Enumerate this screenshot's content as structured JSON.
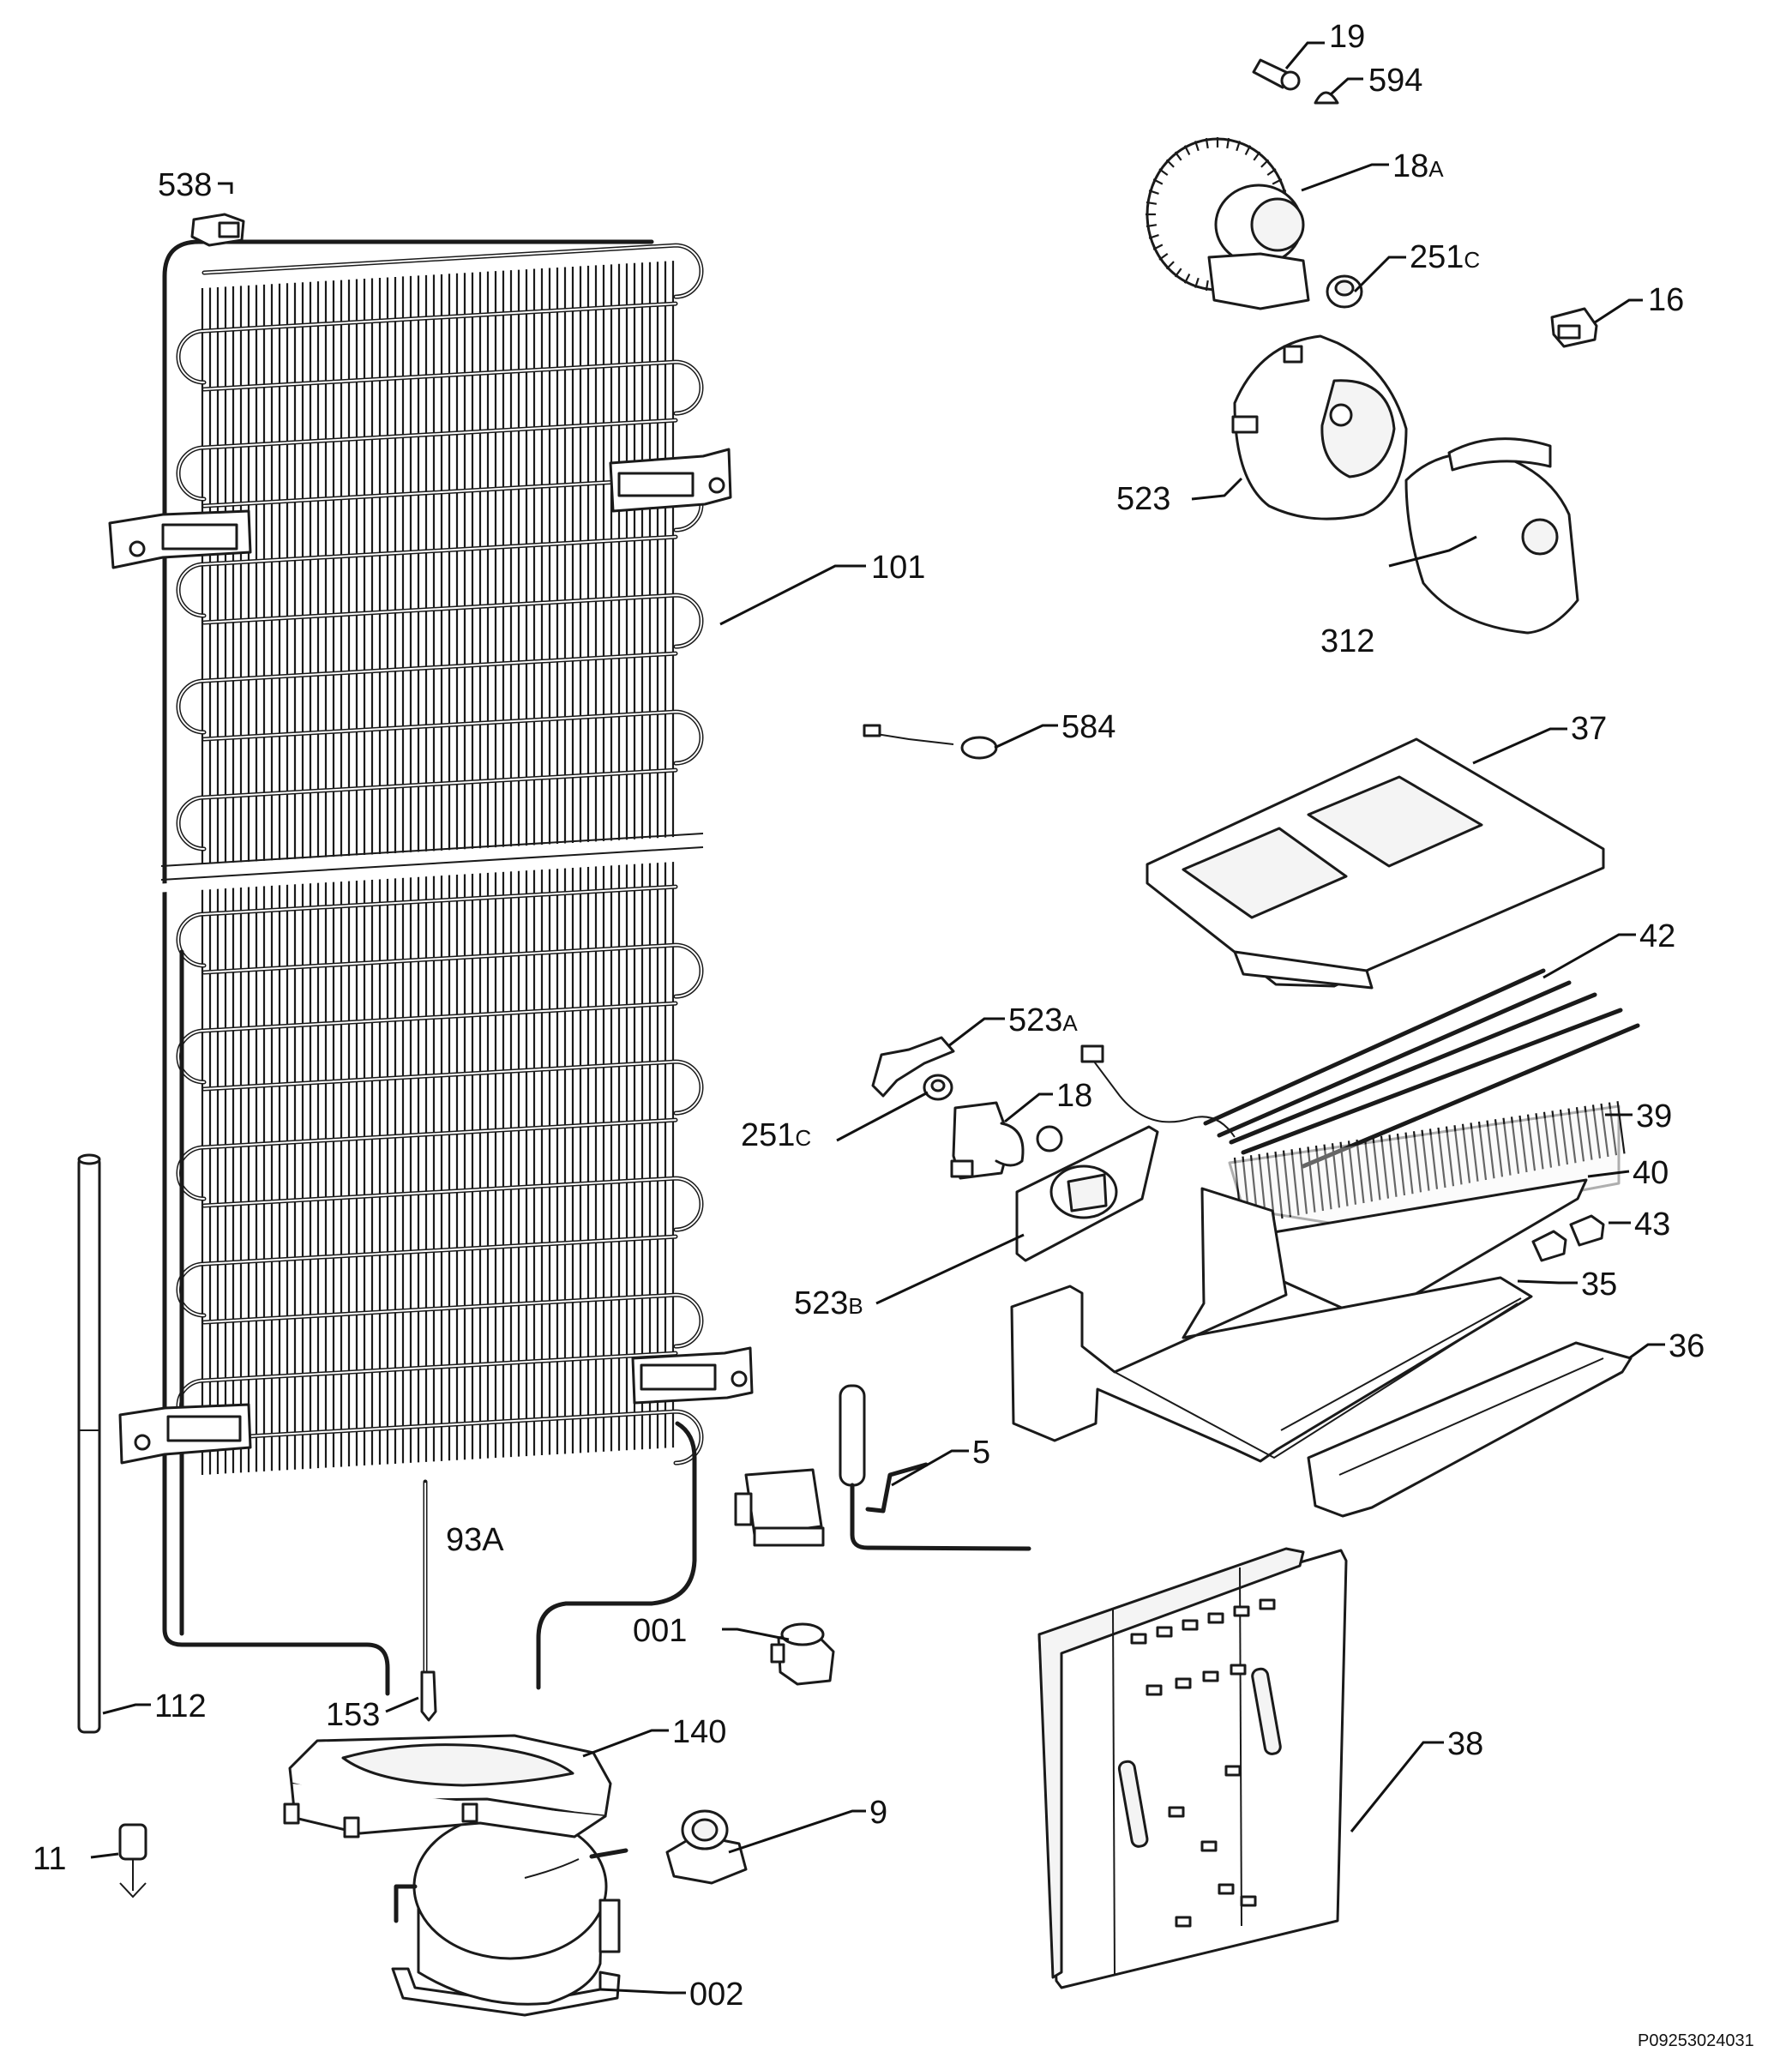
{
  "diagram": {
    "reference_code": "P09253024031",
    "callouts": [
      {
        "id": "19",
        "num": "19",
        "suffix": ""
      },
      {
        "id": "594",
        "num": "594",
        "suffix": ""
      },
      {
        "id": "18a",
        "num": "18",
        "suffix": "A"
      },
      {
        "id": "251c-top",
        "num": "251",
        "suffix": "C"
      },
      {
        "id": "16",
        "num": "16",
        "suffix": ""
      },
      {
        "id": "538",
        "num": "538",
        "suffix": ""
      },
      {
        "id": "523",
        "num": "523",
        "suffix": ""
      },
      {
        "id": "101",
        "num": "101",
        "suffix": ""
      },
      {
        "id": "312",
        "num": "312",
        "suffix": ""
      },
      {
        "id": "584",
        "num": "584",
        "suffix": ""
      },
      {
        "id": "37",
        "num": "37",
        "suffix": ""
      },
      {
        "id": "42",
        "num": "42",
        "suffix": ""
      },
      {
        "id": "523a",
        "num": "523",
        "suffix": "A"
      },
      {
        "id": "18",
        "num": "18",
        "suffix": ""
      },
      {
        "id": "251c-mid",
        "num": "251",
        "suffix": "C"
      },
      {
        "id": "39",
        "num": "39",
        "suffix": ""
      },
      {
        "id": "40",
        "num": "40",
        "suffix": ""
      },
      {
        "id": "43",
        "num": "43",
        "suffix": ""
      },
      {
        "id": "523b",
        "num": "523",
        "suffix": "B"
      },
      {
        "id": "35",
        "num": "35",
        "suffix": ""
      },
      {
        "id": "36",
        "num": "36",
        "suffix": ""
      },
      {
        "id": "5",
        "num": "5",
        "suffix": ""
      },
      {
        "id": "93a",
        "num": "93A",
        "suffix": ""
      },
      {
        "id": "001",
        "num": "001",
        "suffix": ""
      },
      {
        "id": "112",
        "num": "112",
        "suffix": ""
      },
      {
        "id": "153",
        "num": "153",
        "suffix": ""
      },
      {
        "id": "140",
        "num": "140",
        "suffix": ""
      },
      {
        "id": "38",
        "num": "38",
        "suffix": ""
      },
      {
        "id": "9",
        "num": "9",
        "suffix": ""
      },
      {
        "id": "11",
        "num": "11",
        "suffix": ""
      },
      {
        "id": "002",
        "num": "002",
        "suffix": ""
      }
    ]
  }
}
